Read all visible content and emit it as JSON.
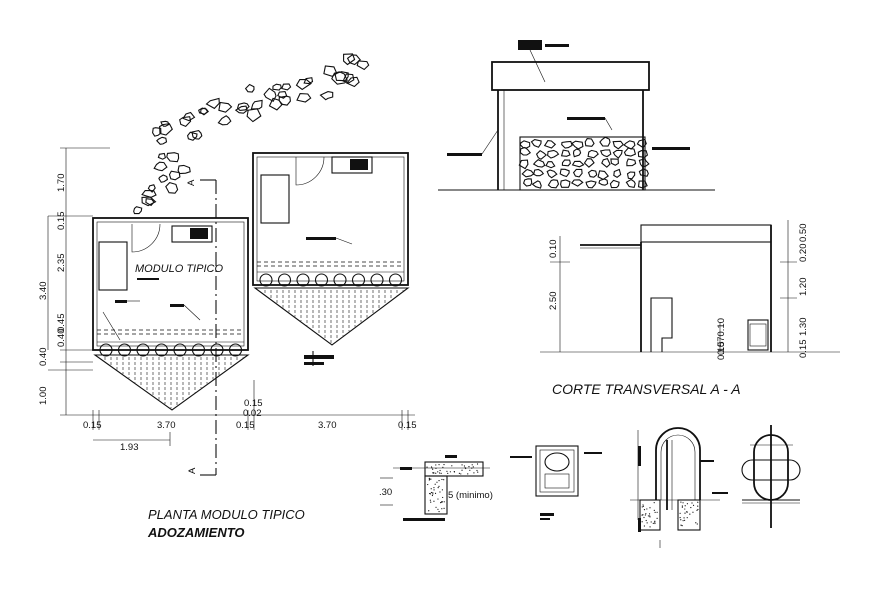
{
  "titles": {
    "plan_line1": "PLANTA MODULO TIPICO",
    "plan_line2": "ADOZAMIENTO",
    "section": "CORTE TRANSVERSAL  A - A",
    "module_label": "MODULO TIPICO"
  },
  "section_mark": "A",
  "plan_dims": {
    "v1": "1.70",
    "v2": "0.15",
    "v3": "2.35",
    "v4": "3.40",
    "v5": "0.45",
    "v6": "0.40",
    "v7": "0.40",
    "v8": "1.00",
    "h1": "0.15",
    "h2": "3.70",
    "h3": "0.15",
    "h4": "3.70",
    "h5": "0.15",
    "h6": "1.93",
    "h7": "0.15",
    "h8": "0.02"
  },
  "section_dims": {
    "l1": "0.10",
    "l2": "2.50",
    "l3": "0.070.10",
    "l4": "0.15",
    "r1": "0.50",
    "r2": "0.20",
    "r3": "1.20",
    "r4": "1.30",
    "r5": "0.15"
  },
  "detail": {
    "dim_30": ".30",
    "note": "5 (minimo)"
  }
}
